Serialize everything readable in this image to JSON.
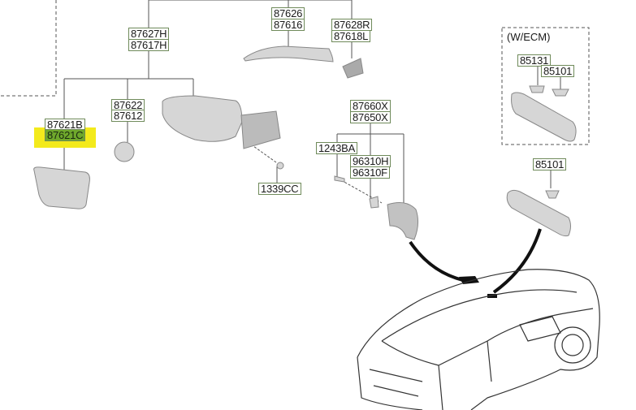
{
  "parts": {
    "mirror_assy": [
      "87627H",
      "87617H"
    ],
    "scalp_cover": [
      "87626",
      "87616"
    ],
    "side_repeater": [
      "87628R",
      "87618L"
    ],
    "mirror_glass": [
      "87621B",
      "87621C"
    ],
    "actuator": [
      "87622",
      "87612"
    ],
    "nut": "1339CC",
    "inner_cover": [
      "87660X",
      "87650X"
    ],
    "bolt": "1243BA",
    "tweeter": [
      "96310H",
      "96310F"
    ],
    "ecm_group_title": "(W/ECM)",
    "ecm_cover": "85131",
    "ecm_mirror": "85101",
    "inside_mirror": "85101"
  },
  "highlighted_part": "87621C",
  "colors": {
    "highlight": "#f3ea1c",
    "highlight_box": "#6fa82c",
    "label_border": "#6f8a5a"
  }
}
